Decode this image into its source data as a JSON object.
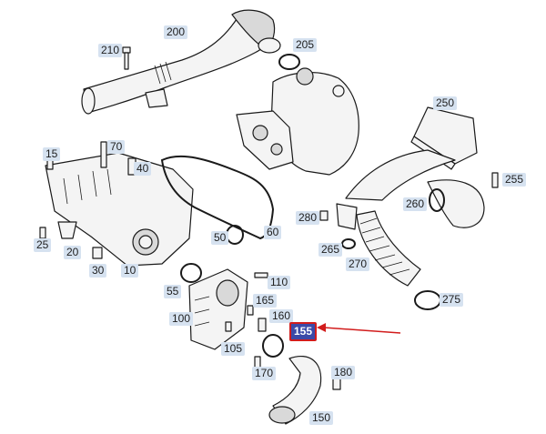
{
  "labels": {
    "p200": "200",
    "p205": "205",
    "p210": "210",
    "p250": "250",
    "p255": "255",
    "p260": "260",
    "p280": "280",
    "p265": "265",
    "p270": "270",
    "p275": "275",
    "p15": "15",
    "p70": "70",
    "p25": "25",
    "p20": "20",
    "p30": "30",
    "p10": "10",
    "p40": "40",
    "p50": "50",
    "p60": "60",
    "p55": "55",
    "p110": "110",
    "p165": "165",
    "p160": "160",
    "p100": "100",
    "p105": "105",
    "p155": "155",
    "p170": "170",
    "p180": "180",
    "p150": "150"
  },
  "highlight": {
    "part": "155",
    "arrow_color": "#d21c1c"
  }
}
